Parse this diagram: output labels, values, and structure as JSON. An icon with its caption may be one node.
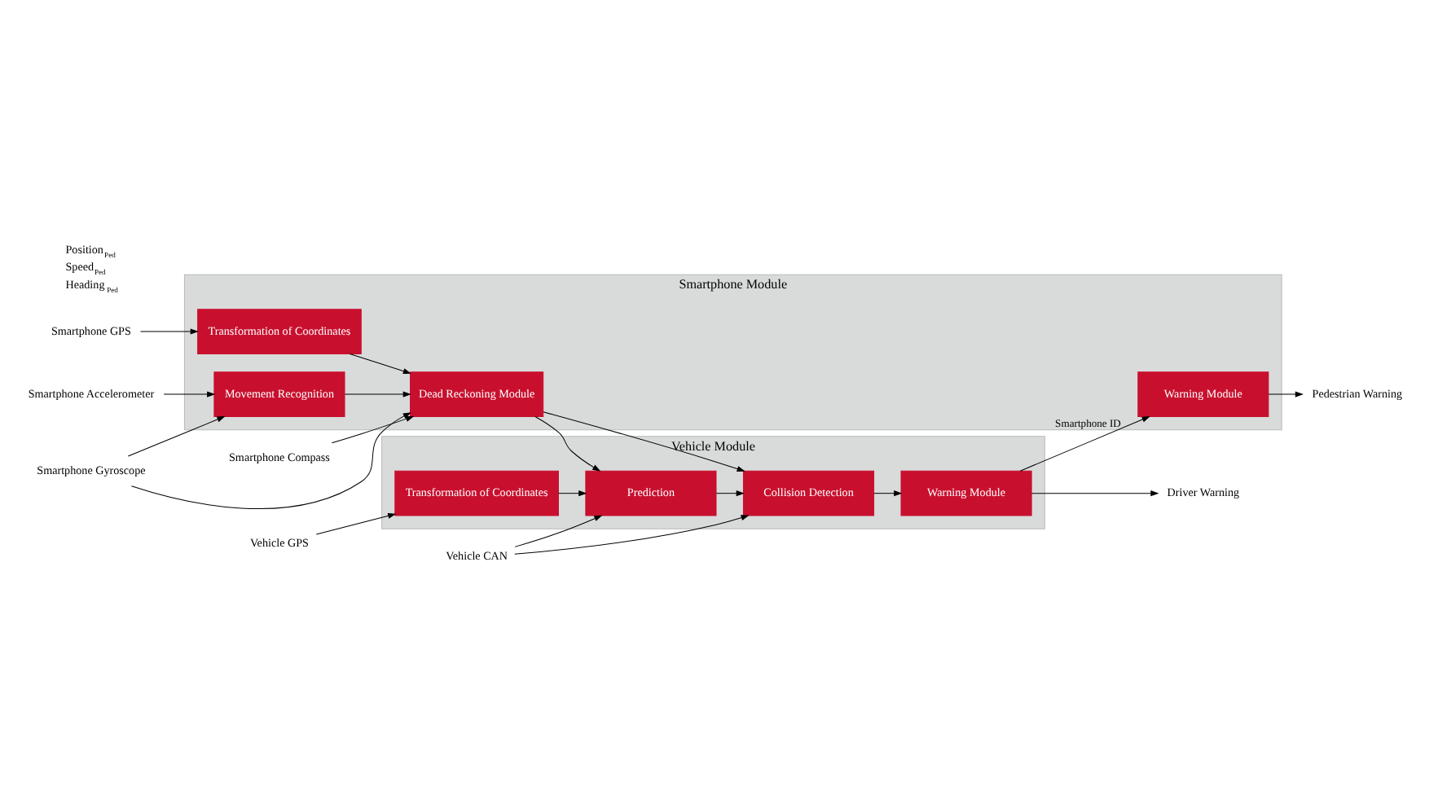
{
  "diagram": {
    "nodes": [
      {
        "text": [
          "Smartphone Module"
        ]
      },
      {
        "text": [
          "Transformation of Coordinates"
        ],
        "in": 0
      },
      {
        "text": [
          "Dead Reckoning Module"
        ],
        "in": 0
      },
      {
        "text": [
          "Movement Recognition"
        ],
        "in": 0
      },
      {
        "text": [
          "Warning Module"
        ],
        "in": 0
      },
      {
        "text": [
          "Vehicle Module"
        ]
      },
      {
        "text": [
          "Transformation of Coordinates"
        ],
        "in": 5
      },
      {
        "text": [
          "Prediction"
        ],
        "in": 5
      },
      {
        "text": [
          "Collision Detection"
        ],
        "in": 5
      },
      {
        "text": [
          "Warning Module"
        ],
        "in": 5
      },
      {
        "text": [
          "Smartphone GPS"
        ]
      },
      {
        "text": [
          "Smartphone Compass"
        ]
      },
      {
        "text": [
          "Smartphone Gyroscope"
        ]
      },
      {
        "text": [
          "Smartphone Accelerometer"
        ]
      },
      {
        "text": [
          "Pedestrian Warning"
        ]
      },
      {
        "text": [
          "Vehicle GPS"
        ]
      },
      {
        "text": [
          "Vehicle CAN"
        ]
      },
      {
        "text": [
          "Driver Warning"
        ]
      }
    ],
    "edges": [
      {
        "from": 10,
        "to": 1,
        "arrow": "to"
      },
      {
        "from": 1,
        "to": 2,
        "arrow": "to"
      },
      {
        "from": 11,
        "to": 2,
        "arrow": "to"
      },
      {
        "from": 12,
        "to": 2,
        "arrow": "to"
      },
      {
        "from": 12,
        "to": 3,
        "arrow": "to"
      },
      {
        "from": 13,
        "to": 3,
        "arrow": "to"
      },
      {
        "from": 3,
        "to": 2,
        "arrow": "to"
      },
      {
        "from": 2,
        "to": 7,
        "arrow": "to"
      },
      {
        "from": 2,
        "to": 8,
        "arrow": "to"
      },
      {
        "from": 4,
        "to": 14,
        "arrow": "to"
      },
      {
        "from": 15,
        "to": 6,
        "arrow": "to"
      },
      {
        "from": 6,
        "to": 7,
        "arrow": "to"
      },
      {
        "from": 16,
        "to": 7,
        "arrow": "to"
      },
      {
        "from": 16,
        "to": 8,
        "arrow": "to"
      },
      {
        "from": 7,
        "to": 8,
        "arrow": "to"
      },
      {
        "from": 8,
        "to": 9,
        "arrow": "to"
      },
      {
        "from": 9,
        "to": 17,
        "arrow": "to"
      },
      {
        "from": 9,
        "to": 4,
        "arrow": "to",
        "label": "Smartphone ID"
      }
    ],
    "labels": [
      "Position$_{Ped}$",
      "Speed$_{Ped}$",
      "Heading$_{Ped}$"
    ]
  }
}
